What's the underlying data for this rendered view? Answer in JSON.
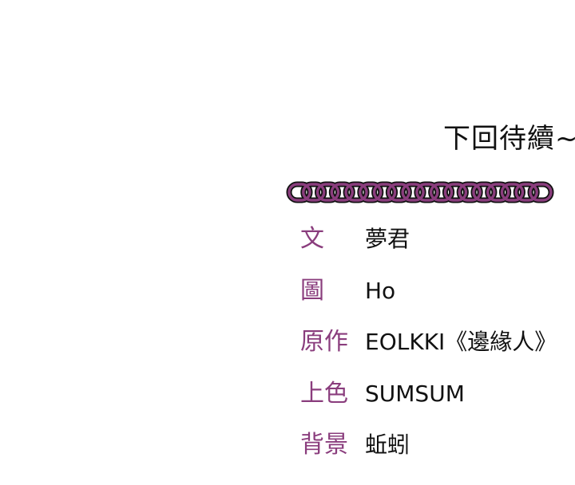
{
  "ending": {
    "text": "下回待續~"
  },
  "divider": {
    "icon": "chain-divider-icon",
    "links": 18,
    "color_outer": "#111111",
    "color_inner": "#8a3d7d"
  },
  "credits": [
    {
      "role": "文",
      "name": "夢君"
    },
    {
      "role": "圖",
      "name": "Ho"
    },
    {
      "role": "原作",
      "name": "EOLKKI《邊緣人》"
    },
    {
      "role": "上色",
      "name": "SUMSUM"
    },
    {
      "role": "背景",
      "name": "蚯蚓"
    }
  ],
  "colors": {
    "role_text": "#8a3d7d",
    "name_text": "#111111",
    "background": "#ffffff"
  }
}
